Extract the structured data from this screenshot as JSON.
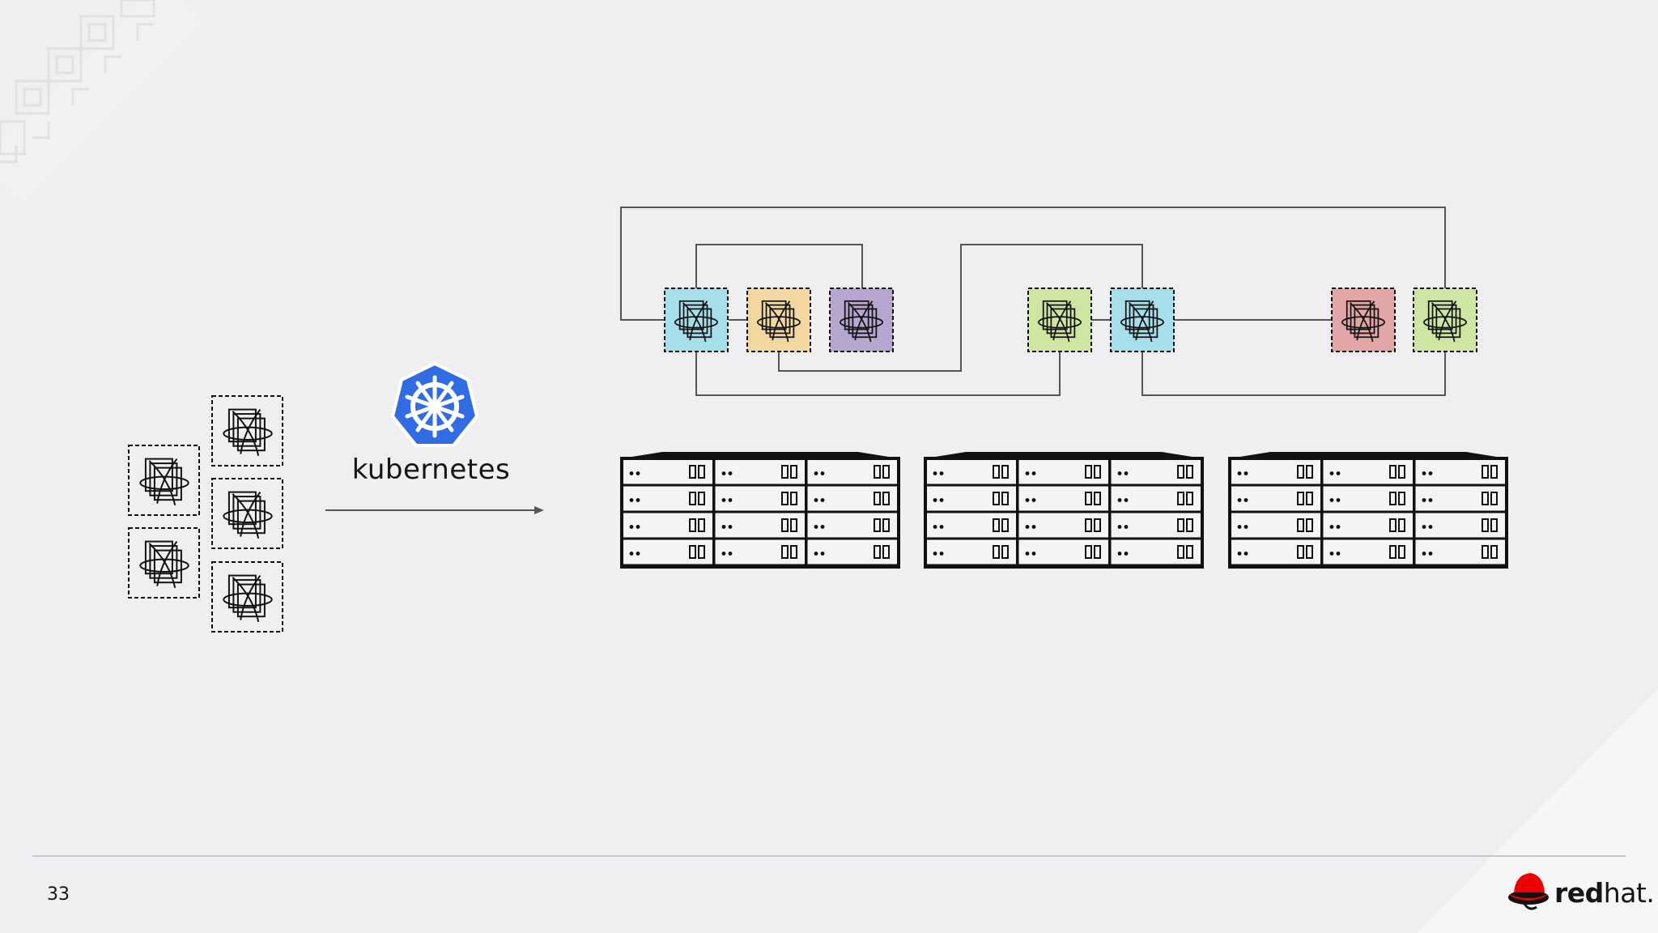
{
  "slide": {
    "page_number": "33",
    "kubernetes_label": "kubernetes",
    "brand": {
      "bold": "red",
      "light": "hat."
    }
  },
  "colors": {
    "background": "#efeff1",
    "kubernetes_blue": "#326ce5",
    "redhat_red": "#ee0000",
    "pod_cyan": "#a6dfea",
    "pod_yellow": "#f2d8a0",
    "pod_purple": "#b7a6cf",
    "pod_green": "#cfe6a3",
    "pod_pink": "#e2a6a6",
    "line": "#555555"
  },
  "icons": {
    "kubernetes": "kubernetes-helm-icon",
    "container": "container-stack-icon",
    "server": "server-rack-icon",
    "logo": "redhat-shadowman-icon"
  },
  "containers_left_count": 5,
  "pods": [
    {
      "color": "pod_cyan"
    },
    {
      "color": "pod_yellow"
    },
    {
      "color": "pod_purple"
    },
    {
      "color": "pod_green"
    },
    {
      "color": "pod_cyan"
    },
    {
      "color": "pod_pink"
    },
    {
      "color": "pod_green"
    }
  ],
  "server_clusters": 3
}
